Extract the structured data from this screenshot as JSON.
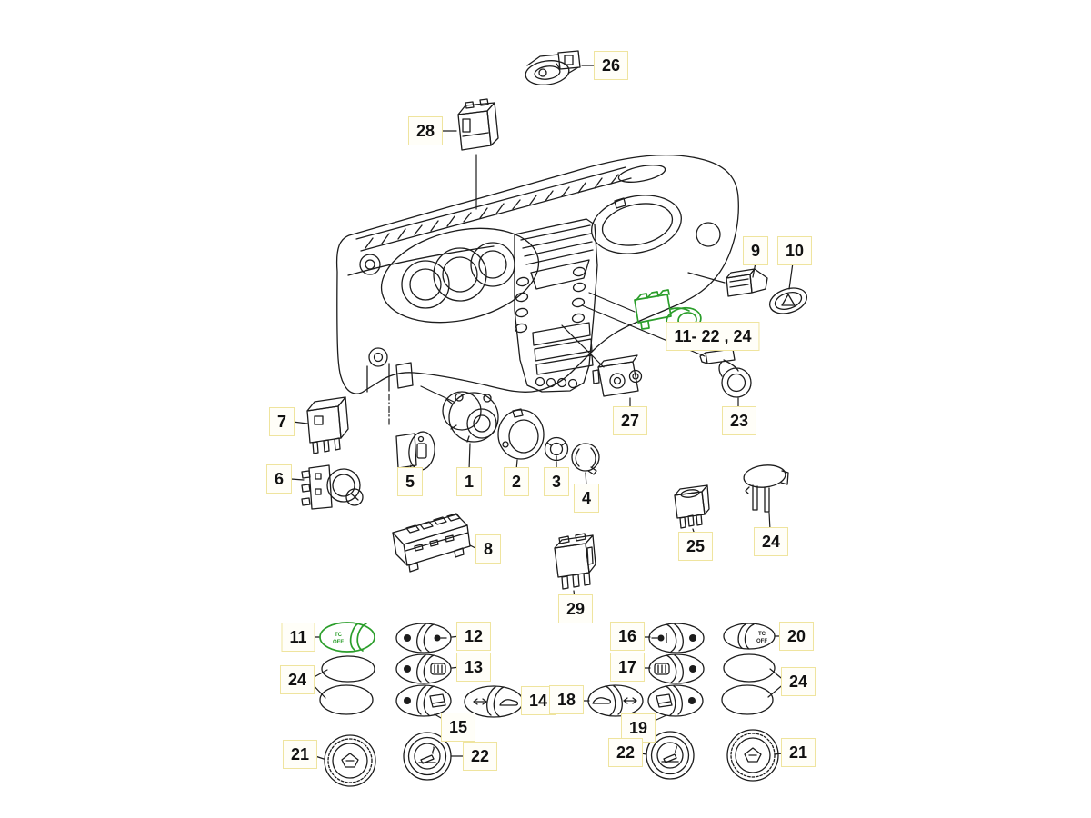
{
  "colors": {
    "background": "#ffffff",
    "line_art": "#1c1c1c",
    "highlight_green": "#2b9e2b",
    "callout_border": "#efe49e",
    "callout_background": "#fffef8",
    "callout_text": "#111111"
  },
  "switch_labels": {
    "tc": "TC",
    "off": "OFF"
  },
  "callouts": {
    "c26": {
      "label": "26"
    },
    "c28": {
      "label": "28"
    },
    "c9": {
      "label": "9"
    },
    "c10": {
      "label": "10"
    },
    "c11_22_24": {
      "label": "11- 22 , 24"
    },
    "c27": {
      "label": "27"
    },
    "c23": {
      "label": "23"
    },
    "c7": {
      "label": "7"
    },
    "c6": {
      "label": "6"
    },
    "c5": {
      "label": "5"
    },
    "c1": {
      "label": "1"
    },
    "c2": {
      "label": "2"
    },
    "c3": {
      "label": "3"
    },
    "c4": {
      "label": "4"
    },
    "c8": {
      "label": "8"
    },
    "c29": {
      "label": "29"
    },
    "c25": {
      "label": "25"
    },
    "c24_upper": {
      "label": "24"
    },
    "c11": {
      "label": "11"
    },
    "c24_left": {
      "label": "24"
    },
    "c12": {
      "label": "12"
    },
    "c13": {
      "label": "13"
    },
    "c15": {
      "label": "15"
    },
    "c14": {
      "label": "14"
    },
    "c16": {
      "label": "16"
    },
    "c17": {
      "label": "17"
    },
    "c18": {
      "label": "18"
    },
    "c19": {
      "label": "19"
    },
    "c20": {
      "label": "20"
    },
    "c24_right": {
      "label": "24"
    },
    "c21_left": {
      "label": "21"
    },
    "c22_left": {
      "label": "22"
    },
    "c22_right": {
      "label": "22"
    },
    "c21_right": {
      "label": "21"
    }
  }
}
